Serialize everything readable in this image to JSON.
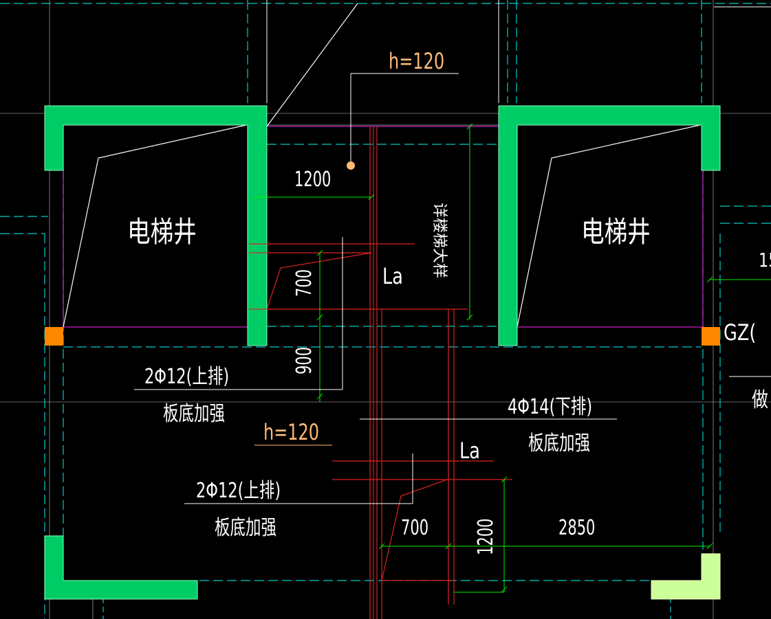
{
  "colors": {
    "background": "#000000",
    "wall": "#00cc66",
    "wall_light": "#ccff99",
    "column": "#ff8800",
    "axis": "#00cccc",
    "dim": "#00ee00",
    "rebar": "#dd2222",
    "outline": "#cc22cc",
    "text": "#ffffff",
    "slab_text": "#ffbb77"
  },
  "labels": {
    "elevator_left": "电梯井",
    "elevator_right": "电梯井",
    "stair_ref": "详楼梯大样",
    "slab_thickness_top": "h=120",
    "slab_thickness_mid": "h=120",
    "anchor_top": "La",
    "anchor_mid": "La",
    "rebar_top_left": "2Φ12(上排)",
    "rebar_top_left_note": "板底加强",
    "rebar_mid_right": "4Φ14(下排)",
    "rebar_mid_right_note": "板底加强",
    "rebar_bottom_left": "2Φ12(上排)",
    "rebar_bottom_left_note": "板底加强",
    "column_tag": "GZ(",
    "edge_text_right_1": "做",
    "edge_text_right_2": "15"
  },
  "dimensions": {
    "d1200_top": "1200",
    "d700_top": "700",
    "d900": "900",
    "d700_bottom": "700",
    "d1200_right": "1200",
    "d2850": "2850"
  }
}
